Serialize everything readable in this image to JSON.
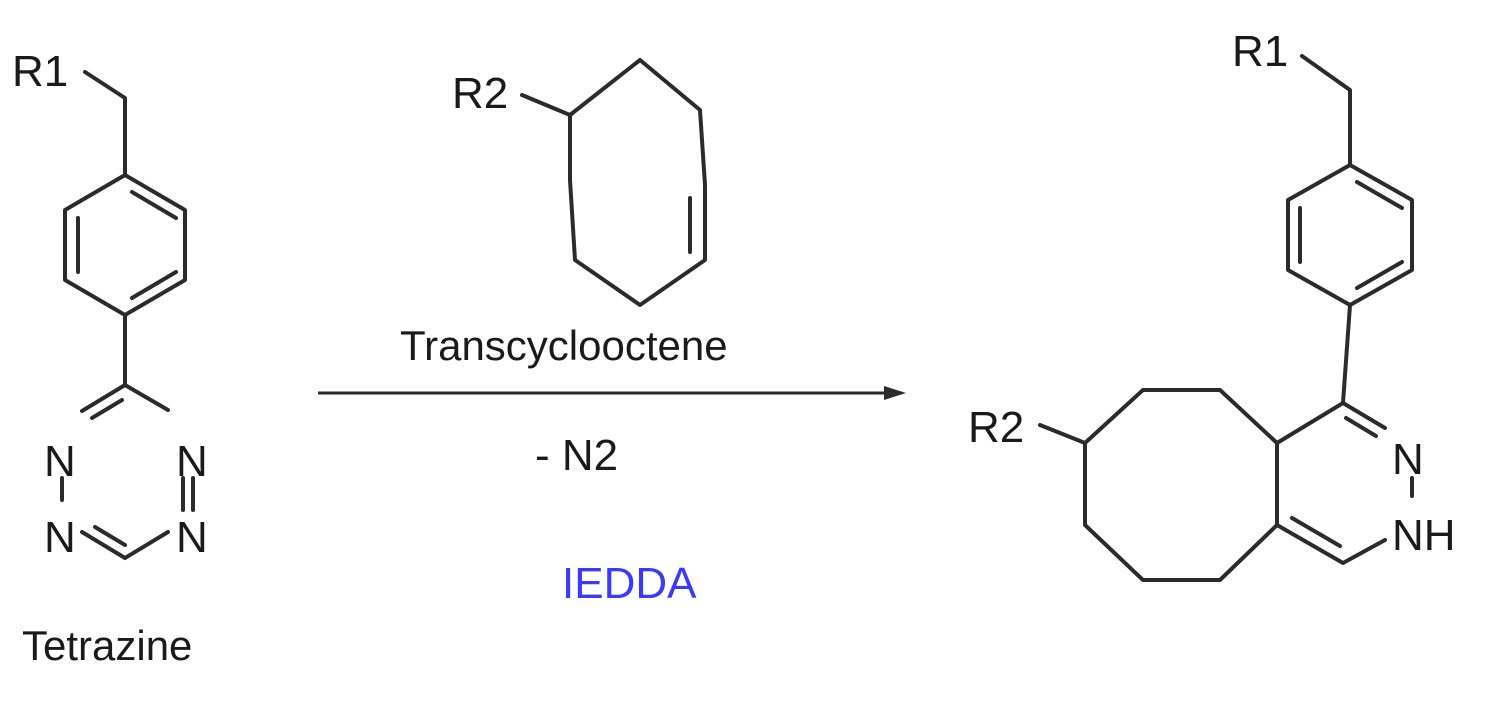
{
  "reactant1": {
    "name": "Tetrazine",
    "substituent": "R1",
    "atoms": [
      "N",
      "N",
      "N",
      "N"
    ]
  },
  "reactant2": {
    "name": "Transcyclooctene",
    "substituent": "R2"
  },
  "arrow": {
    "byproduct": "- N2",
    "reaction_type": "IEDDA",
    "reaction_type_color": "#3a3aff"
  },
  "product": {
    "substituent1": "R1",
    "substituent2": "R2",
    "atoms": [
      "N",
      "NH"
    ]
  }
}
